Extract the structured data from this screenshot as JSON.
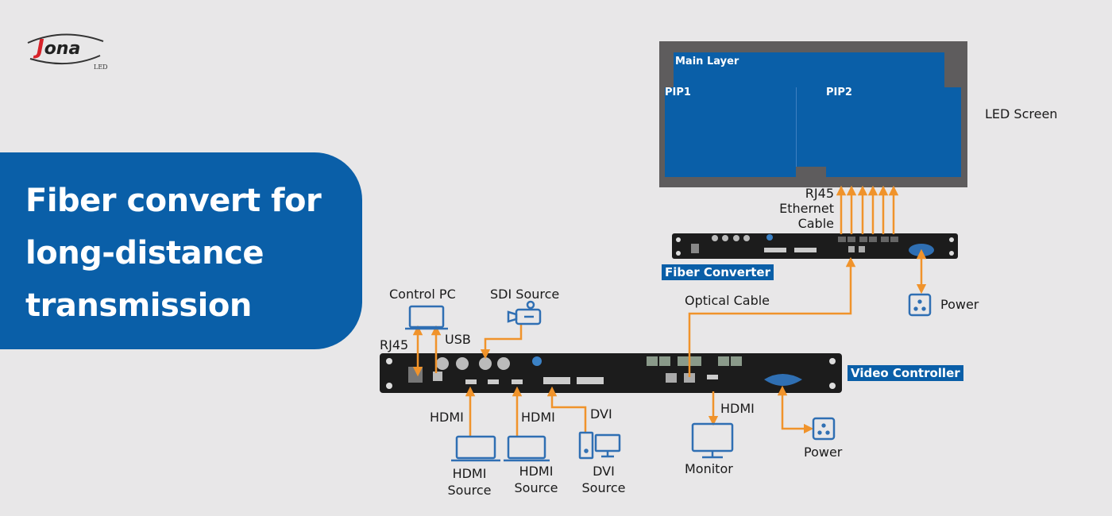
{
  "brand": {
    "name": "Jona",
    "sub": "LED",
    "accent_red": "#d8232a"
  },
  "banner": {
    "lines": [
      "Fiber convert for",
      "long-distance",
      "transmission"
    ],
    "bg_color": "#0a5fa8"
  },
  "led_screen": {
    "label": "LED Screen",
    "layers": {
      "main": "Main Layer",
      "pip1": "PIP1",
      "pip2": "PIP2"
    },
    "layer_color": "#0a5fa8",
    "frame_color": "#5e5c5d"
  },
  "fiber_converter": {
    "tag": "Fiber Converter",
    "ethernet_label": [
      "RJ45",
      "Ethernet",
      "Cable"
    ],
    "power_label": "Power"
  },
  "video_controller": {
    "tag": "Video Controller",
    "optical_label": "Optical Cable",
    "power_label": "Power"
  },
  "inputs": {
    "control_pc": {
      "label": "Control PC",
      "rj45": "RJ45",
      "usb": "USB"
    },
    "sdi": {
      "label": "SDI Source"
    },
    "hdmi1": {
      "cable": "HDMI",
      "label": [
        "HDMI",
        "Source"
      ]
    },
    "hdmi2": {
      "cable": "HDMI",
      "label": [
        "HDMI",
        "Source"
      ]
    },
    "dvi": {
      "cable": "DVI",
      "label": [
        "DVI",
        "Source"
      ]
    }
  },
  "outputs": {
    "monitor": {
      "cable": "HDMI",
      "label": "Monitor"
    }
  },
  "colors": {
    "arrow": "#f0932b",
    "icon": "#2f6fb3",
    "device": "#1c1c1c"
  }
}
